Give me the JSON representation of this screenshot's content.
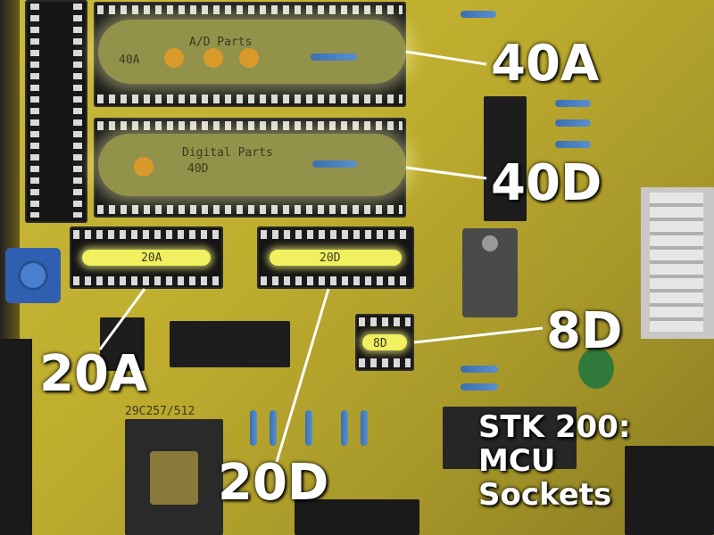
{
  "board": {
    "silk_ad_parts": "A/D Parts",
    "silk_40a": "40A",
    "silk_digital_parts": "Digital Parts",
    "silk_40d": "40D",
    "silk_20a": "20A",
    "silk_20d": "20D",
    "silk_8d": "8D",
    "silk_chip": "29C257/512"
  },
  "labels": {
    "socket_40a": "40A",
    "socket_40d": "40D",
    "socket_20a": "20A",
    "socket_20d": "20D",
    "socket_8d": "8D"
  },
  "caption": {
    "line1": "STK 200:",
    "line2": "MCU",
    "line3": "Sockets"
  }
}
